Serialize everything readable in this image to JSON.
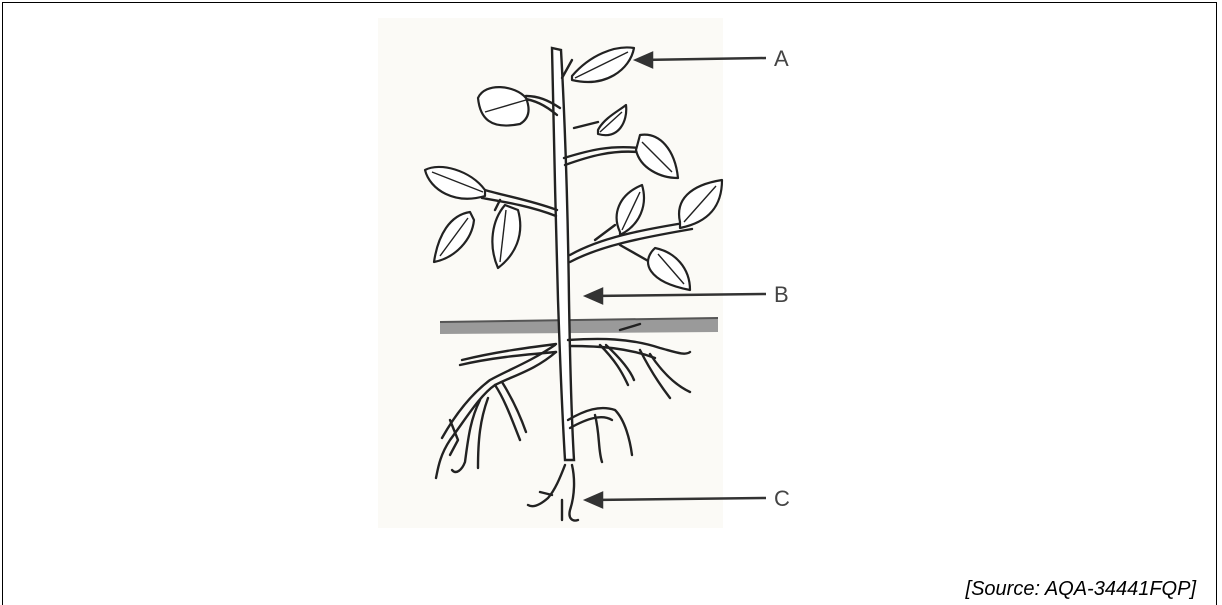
{
  "labels": {
    "a": "A",
    "b": "B",
    "c": "C"
  },
  "source": "[Source: AQA-34441FQP]"
}
